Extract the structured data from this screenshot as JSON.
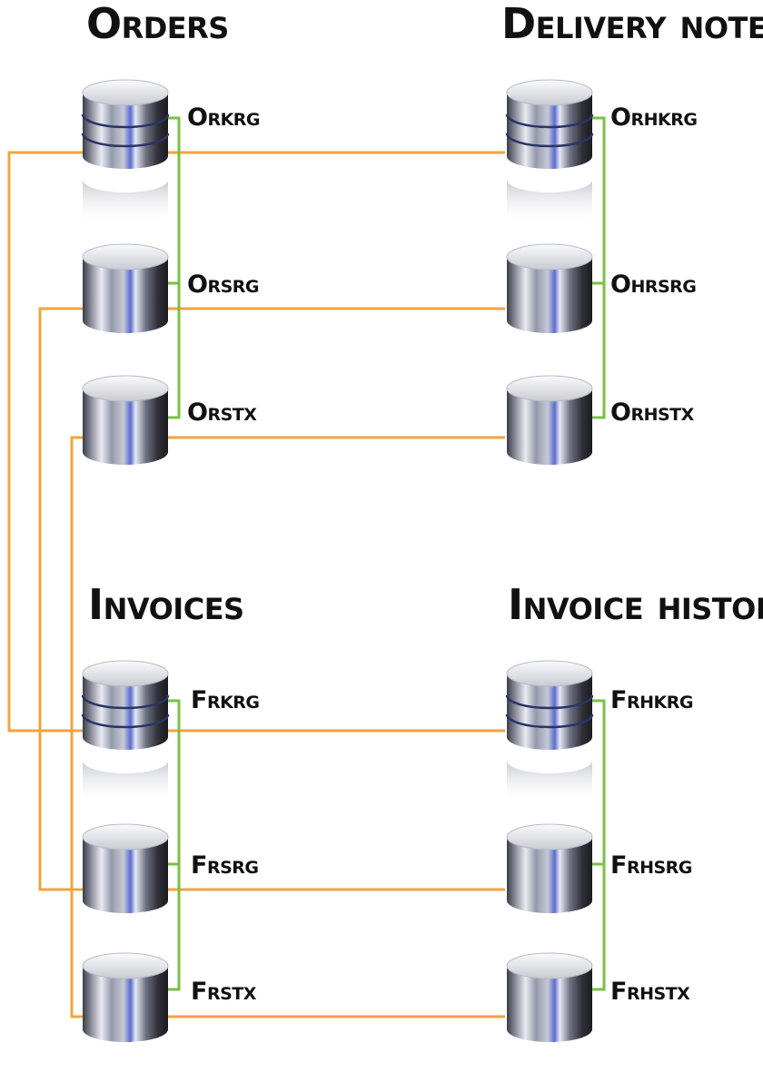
{
  "colors": {
    "cross_link": "#F2A341",
    "group_link": "#79C043",
    "text": "#111111",
    "background": "#FFFFFF"
  },
  "groups": [
    {
      "id": "orders",
      "title": "Orders",
      "tables": [
        "Orkrg",
        "Orsrg",
        "Orstx"
      ]
    },
    {
      "id": "delivery",
      "title": "Delivery notes",
      "tables": [
        "Orhkrg",
        "Ohrsrg",
        "Orhstx"
      ]
    },
    {
      "id": "invoices",
      "title": "Invoices",
      "tables": [
        "Frkrg",
        "Frsrg",
        "Frstx"
      ]
    },
    {
      "id": "invoice-history",
      "title": "Invoice history",
      "tables": [
        "Frhkrg",
        "Frhsrg",
        "Frhstx"
      ]
    }
  ],
  "icon": "database-cylinder-icon"
}
